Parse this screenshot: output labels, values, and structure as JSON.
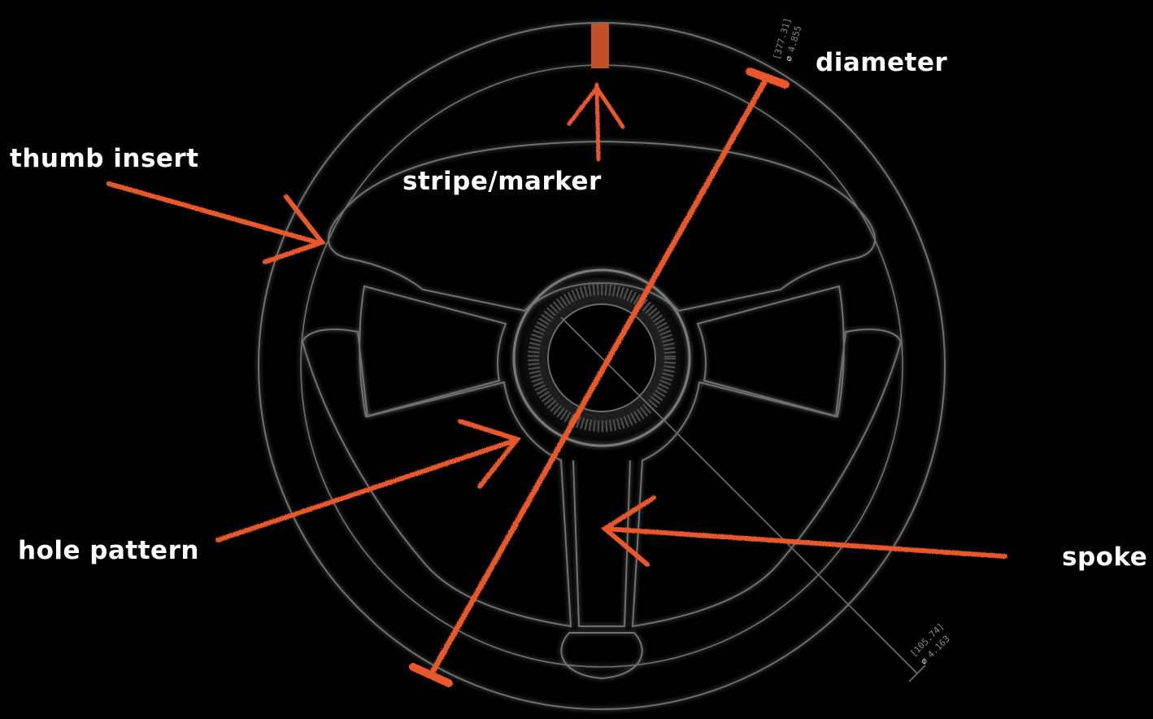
{
  "colors": {
    "background": "#000000",
    "outline": "#6f6f6f",
    "accent": "#e8582a",
    "stripe": "#c4502a",
    "label": "#ffffff"
  },
  "labels": {
    "thumb_insert": "thumb insert",
    "stripe_marker": "stripe/marker",
    "diameter": "diameter",
    "hole_pattern": "hole pattern",
    "spoke": "spoke"
  },
  "dimensions": {
    "outer": {
      "value": "[377.31]",
      "sub": "4.855"
    },
    "bolt": {
      "value": "[105.74]",
      "sub": "4.163"
    }
  },
  "icons": {
    "diameter_symbol": "diameter-symbol-icon"
  }
}
